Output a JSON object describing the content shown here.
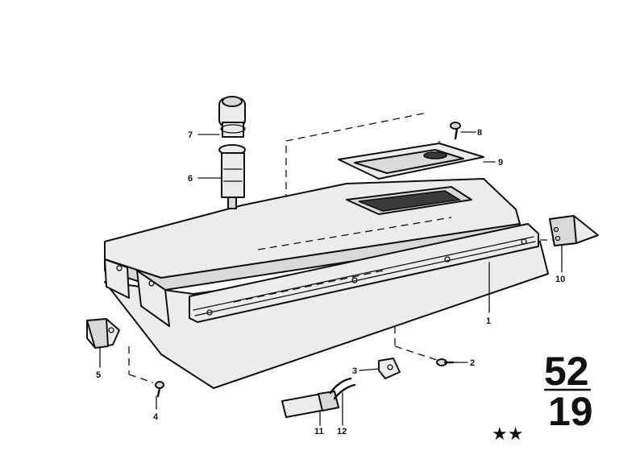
{
  "callouts": {
    "c1": "1",
    "c2": "2",
    "c3": "3",
    "c4": "4",
    "c5": "5",
    "c6": "6",
    "c7": "7",
    "c8": "8",
    "c9": "9",
    "c10": "10",
    "c11": "11",
    "c12": "12"
  },
  "group": {
    "main": "52",
    "sub": "19"
  },
  "marks": {
    "stars": "★★"
  }
}
